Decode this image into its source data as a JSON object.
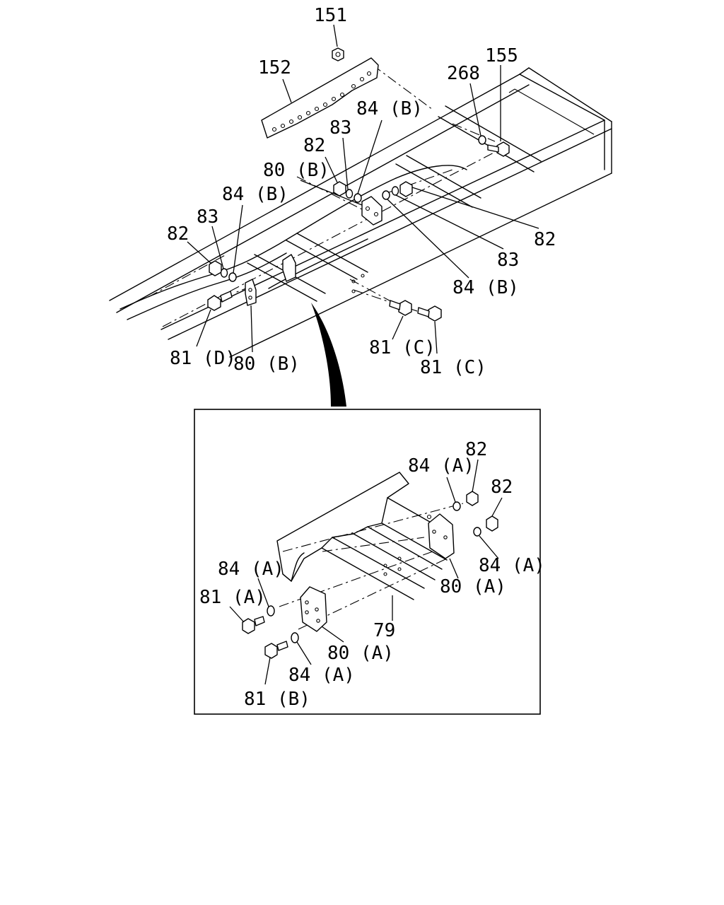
{
  "diagram": {
    "upper_labels": {
      "l151": "151",
      "l152": "152",
      "l155": "155",
      "l268": "268",
      "l83_top": "83",
      "l84b_top": "84 (B)",
      "l82_top": "82",
      "l80b_top": "80 (B)",
      "l84b_left": "84 (B)",
      "l83_left": "83",
      "l82_left": "82",
      "l82_right": "82",
      "l83_right": "83",
      "l84b_right": "84 (B)",
      "l81d": "81 (D)",
      "l80b_bottom": "80 (B)",
      "l81c_a": "81 (C)",
      "l81c_b": "81 (C)"
    },
    "detail_labels": {
      "l84a_top": "84 (A)",
      "l82_a": "82",
      "l82_b": "82",
      "l84a_right": "84 (A)",
      "l80a_right": "80 (A)",
      "l84a_left": "84 (A)",
      "l81a": "81 (A)",
      "l79": "79",
      "l80a_left": "80 (A)",
      "l84a_bottom": "84 (A)",
      "l81b": "81 (B)"
    }
  }
}
